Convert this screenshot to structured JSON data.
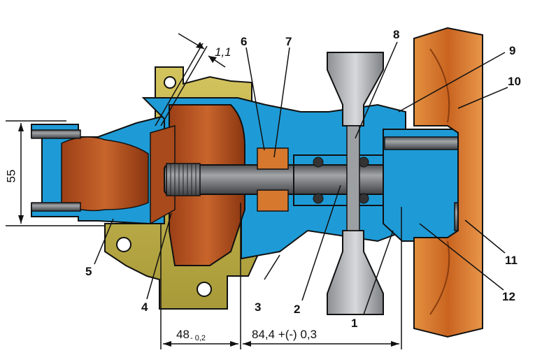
{
  "diagram": {
    "callouts": [
      {
        "id": "1",
        "text": "1"
      },
      {
        "id": "2",
        "text": "2"
      },
      {
        "id": "3",
        "text": "3"
      },
      {
        "id": "4",
        "text": "4"
      },
      {
        "id": "5",
        "text": "5"
      },
      {
        "id": "6",
        "text": "6"
      },
      {
        "id": "7",
        "text": "7"
      },
      {
        "id": "8",
        "text": "8"
      },
      {
        "id": "9",
        "text": "9"
      },
      {
        "id": "10",
        "text": "10"
      },
      {
        "id": "11",
        "text": "11"
      },
      {
        "id": "12",
        "text": "12"
      }
    ],
    "dimensions": {
      "height_55": "55",
      "gap_1_1": "1,1",
      "length_48_main": "48",
      "length_48_tol": "- 0,2",
      "length_84": "84,4 +(-) 0,3"
    },
    "colors": {
      "housing_blue": "#1e9bd7",
      "casting_orange": "#b8501e",
      "fan_orange": "#e07a2a",
      "body_yellow": "#c9b84e",
      "shaft_gray": "#6e7073",
      "outline": "#111111"
    }
  }
}
